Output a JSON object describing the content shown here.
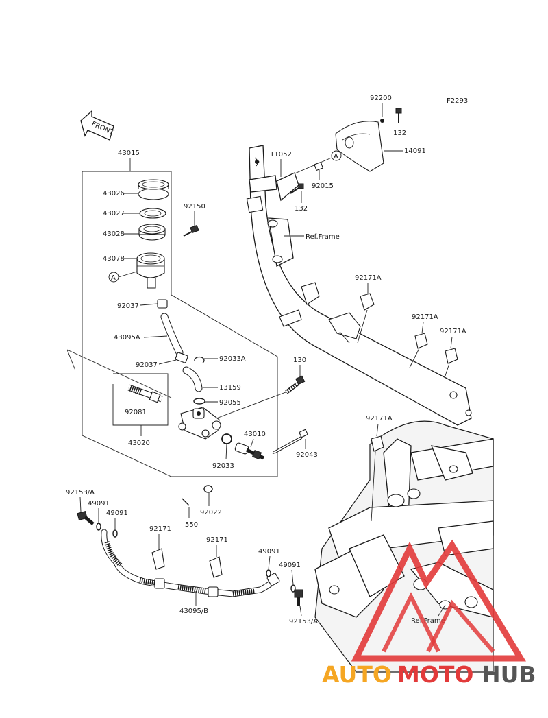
{
  "figure_code": "F2293",
  "front_label": "FRONT",
  "callouts": {
    "p43015": "43015",
    "p43026": "43026",
    "p43027": "43027",
    "p43028": "43028",
    "p43078": "43078",
    "p92150": "92150",
    "p92037a": "92037",
    "p43095a": "43095A",
    "p92037b": "92037",
    "p92033a": "92033A",
    "p13159": "13159",
    "p92055": "92055",
    "p130": "130",
    "p92081": "92081",
    "p43020": "43020",
    "p43010": "43010",
    "p92033": "92033",
    "p92043": "92043",
    "p92022": "92022",
    "p550": "550",
    "p92200": "92200",
    "p132a": "132",
    "p14091": "14091",
    "p11052": "11052",
    "p92015": "92015",
    "p132b": "132",
    "refframe1": "Ref.Frame",
    "p92171a1": "92171A",
    "p92171a2": "92171A",
    "p92171a3": "92171A",
    "p92171a4": "92171A",
    "p92153a1": "92153/A",
    "p49091a": "49091",
    "p49091b": "49091",
    "p92171b1": "92171",
    "p92171b2": "92171",
    "p49091c": "49091",
    "p49091d": "49091",
    "p43095b": "43095/B",
    "p92153a2": "92153/A",
    "refframe2": "Ref.Frame",
    "markA1": "A",
    "markA2": "A"
  },
  "watermark": {
    "part1": "AUTO",
    "part2": "MOTO",
    "part3": "HUB",
    "color1": "#f5a623",
    "color2": "#e23a3a",
    "color3": "#555555"
  }
}
